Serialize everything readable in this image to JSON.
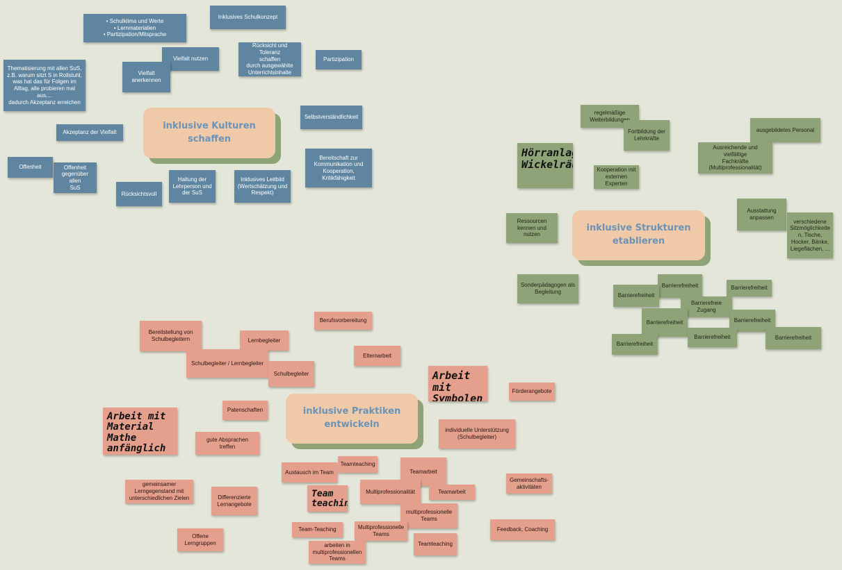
{
  "hubs": {
    "kulturen": "inklusive Kulturen schaffen",
    "strukturen": "inklusive Strukturen\netablieren",
    "praktiken": "inklusive Praktiken entwickeln"
  },
  "colors": {
    "background": "#e3e6d8",
    "blue_note": "#5f85a0",
    "green_note": "#8ea377",
    "pink_note": "#e4a08d",
    "hub": "#f0c9a8",
    "hub_text": "#6b93b8"
  },
  "kulturen_notes": [
    "• Schulklima und Werte\n• Lernmaterialien\n• Partizipation/Mitsprache",
    "Inklusives Schulkonzept",
    "Vielfalt nutzen",
    "Rücksicht und Toleranz\nschaffen\ndurch ausgewählte\nUnterrichtsinhalte",
    "Partizipation",
    "Thematisierung mit allen SuS,\nz.B. warum sitzt S in Rollstuhl,\nwas hat das für Folgen im\nAlltag, alle probieren mal aus,...\ndadurch Akzeptanz erreichen",
    "Vielfalt\nanerkennen",
    "Selbstverständlichkeit",
    "Akzeptanz der Vielfalt",
    "Bereitschaft zur\nKommunikation und\nKooperation,\nKritikfähigkeit",
    "Offenheit",
    "Offenheit\ngegenüber allen\nSuS",
    "Haltung der\nLehrperson und\nder SuS",
    "Inklusives Leitbild\n(Wertschätzung und\nRespekt)",
    "Rücksichtsvoll"
  ],
  "strukturen_notes": [
    "regelmäßige\nWeiterbildungen",
    "Fortbildung der\nLehrkräfte",
    "ausgebildetes Personal",
    "Ausreichende und vielfältige\nFachkräfte\n(Multiprofessionalität)",
    "Kooperation mit\nexternen\nExperten",
    "Ausstattung\nanpassen",
    "verschiedene\nSitzmöglichkeite\nn, Tische,\nHocker, Bänke,\nLiegeflächen, ...",
    "Ressourcen\nkennen und nutzen",
    "Sonderpädagogen als\nBegleitung",
    "Barrierefreiheit",
    "Barrierefreiheit",
    "Barrierefreiheit",
    "Barrierefreie\nZugang",
    "Barrierefreiheit",
    "Barrierefreiheit",
    "Barrierefreiheit",
    "Barrierefreiheit",
    "Barrierefreiheit"
  ],
  "strukturen_hand": "Hörranlagen\nWickelräume",
  "praktiken_notes": [
    "Berufsvorbereitung",
    "Bereitstellung von\nSchulbegleitern",
    "Lernbegleiter",
    "Elternarbeit",
    "Schulbegleiter / Lernbegleiter",
    "Schulbegleiter",
    "Förderangebote",
    "Patenschaften",
    "gute Absprachen treffen",
    "individuelle Unterstützung\n(Schulbegleiter)",
    "Teamteaching",
    "Austausch im Team",
    "Teamarbeit",
    "Gemeinschafts-\naktivitäten",
    "gemeinsamer\nLerngegenstand mit\nunterschiedlichen Zielen",
    "Multiprofessionalität",
    "Teamarbeit",
    "Differenzierte\nLernangebote",
    "multiprofessionelle\nTeams",
    "Team-Teaching",
    "Multiprofessionelle\nTeams",
    "Feedback, Coaching",
    "Offene\nLerngruppen",
    "Teamteaching",
    "arbeiten in\nmultiprofessionellen\nTeams"
  ],
  "praktiken_hand": {
    "symbole": "Arbeit mit\nSymbolen",
    "material": "Arbeit mit\nMaterial  Mathe\nanfänglich für alle",
    "teamteaching": "Team\nteaching"
  }
}
